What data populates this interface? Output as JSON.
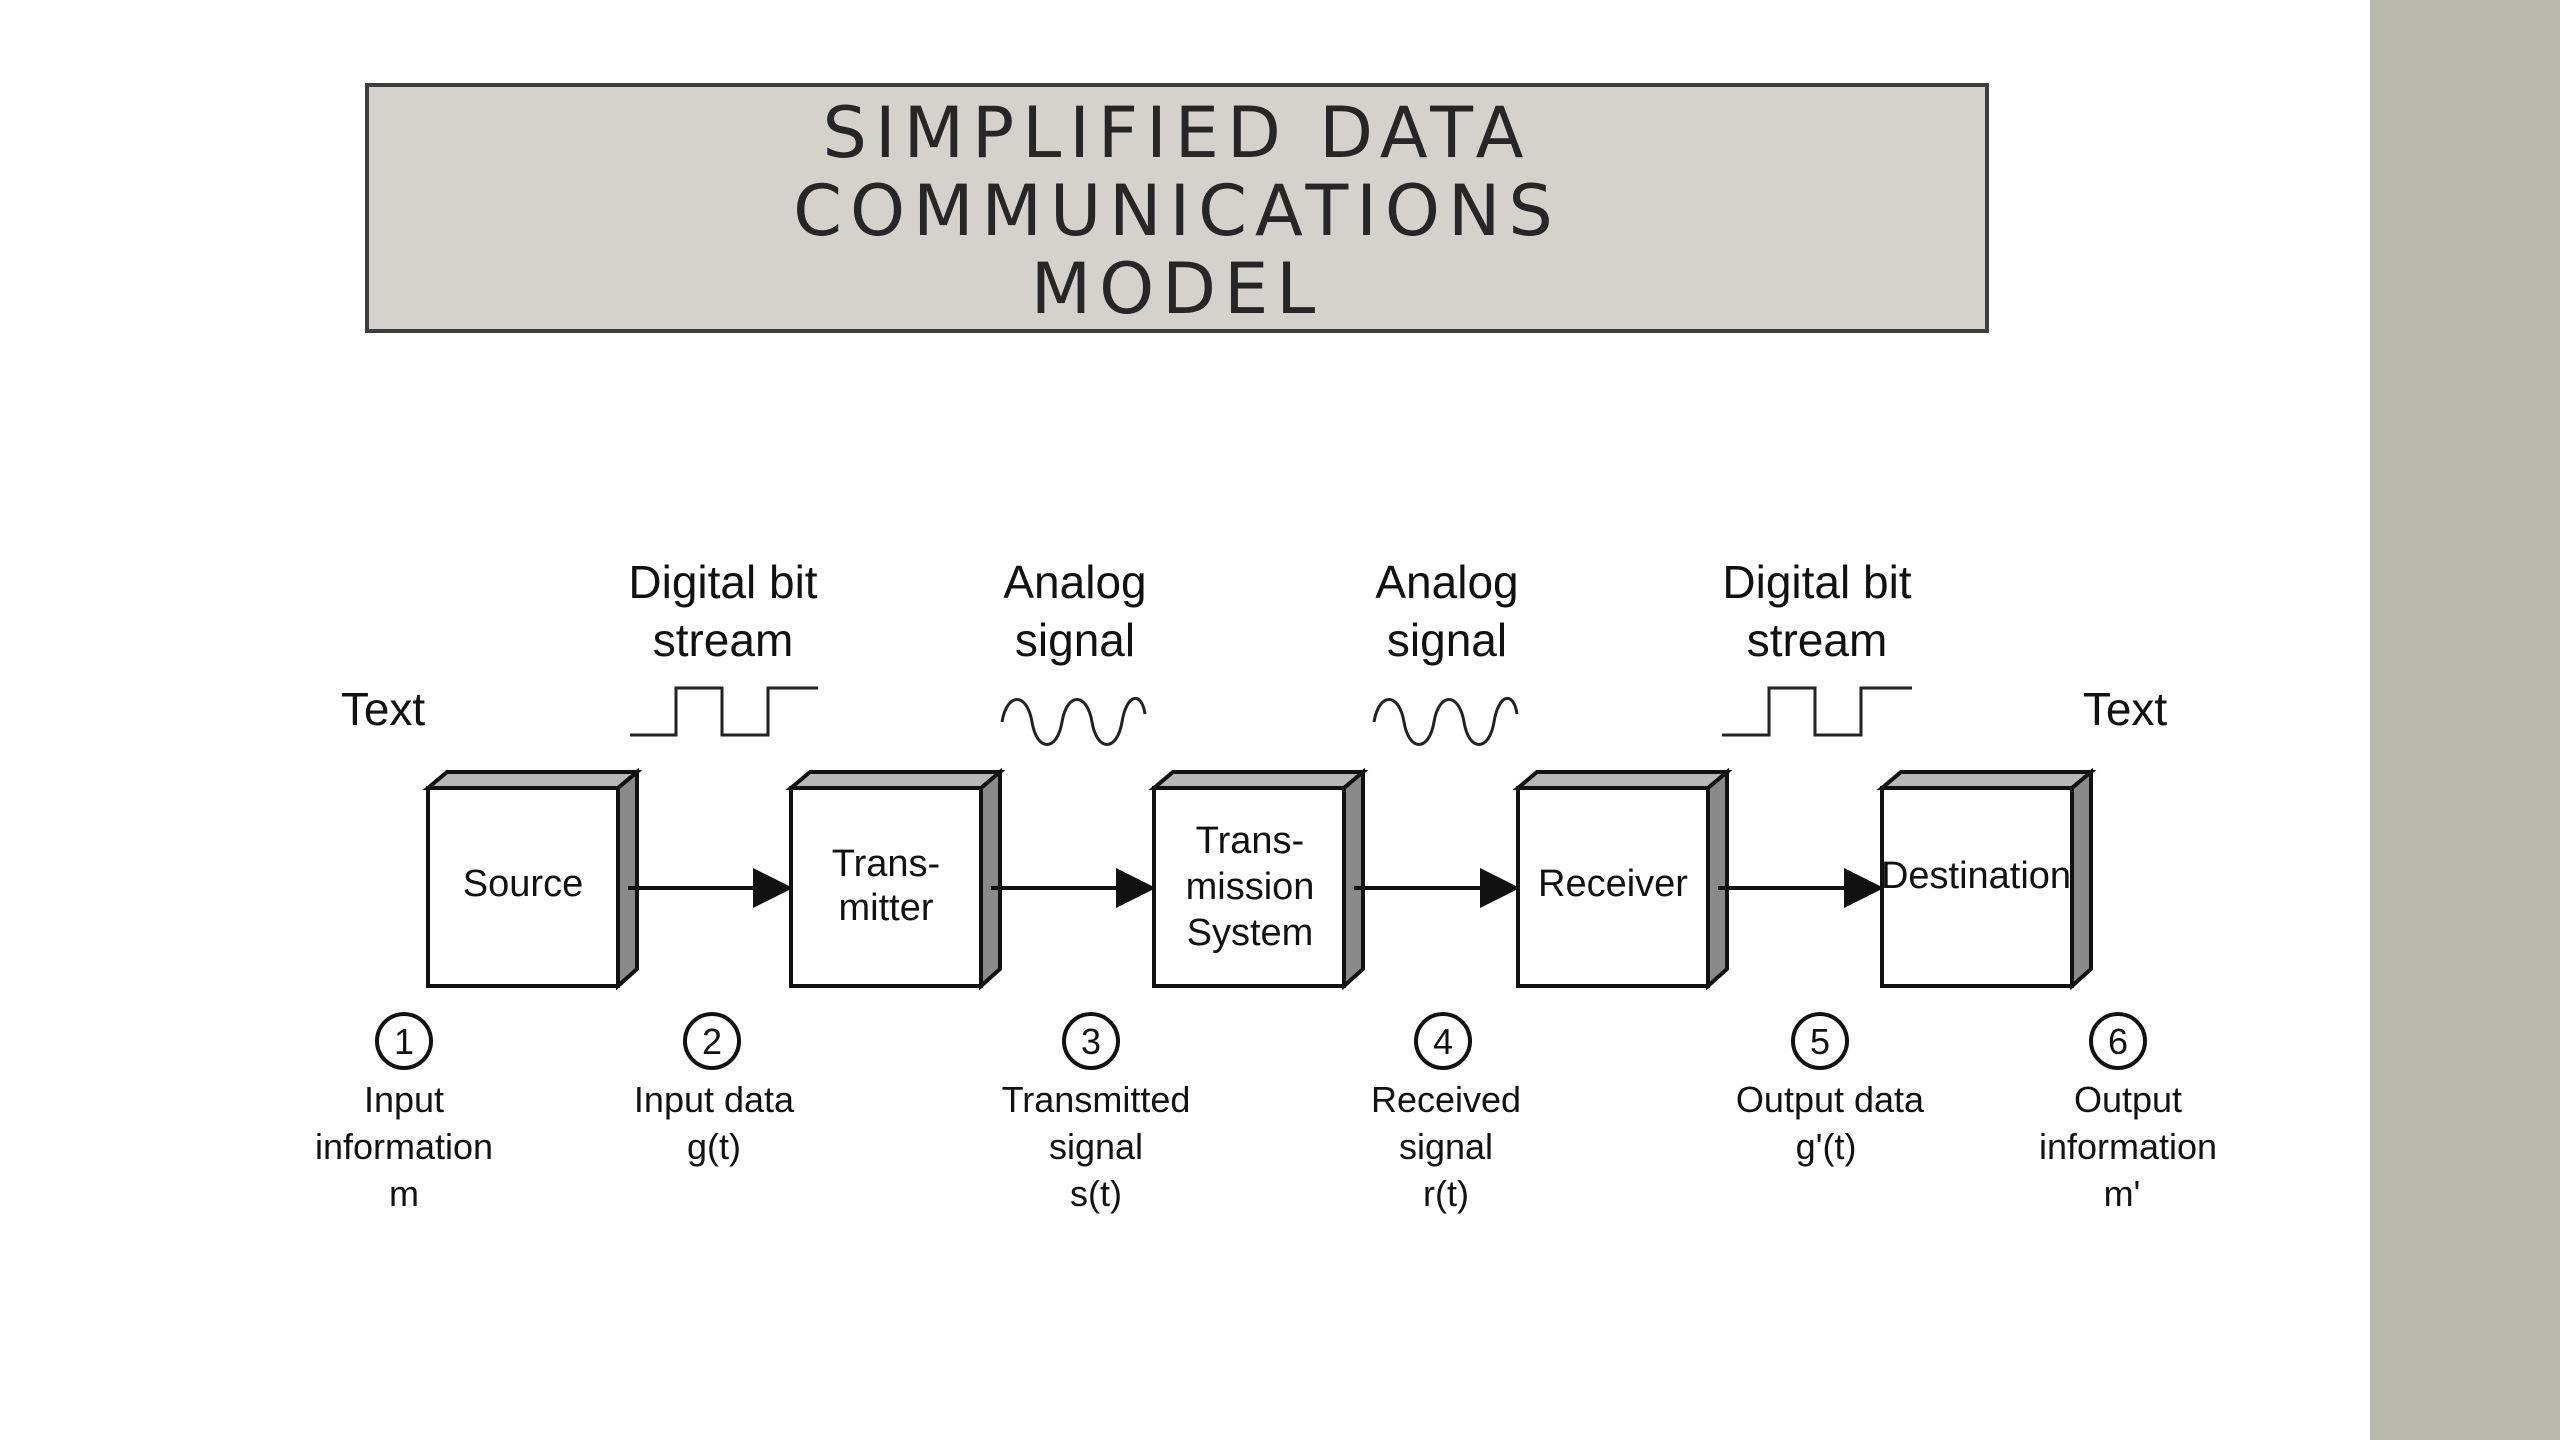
{
  "title": {
    "line1": "SIMPLIFIED DATA COMMUNICATIONS",
    "line2": "MODEL"
  },
  "top_labels": [
    {
      "lines": [
        "Text"
      ]
    },
    {
      "lines": [
        "Digital bit",
        "stream"
      ]
    },
    {
      "lines": [
        "Analog",
        "signal"
      ]
    },
    {
      "lines": [
        "Analog",
        "signal"
      ]
    },
    {
      "lines": [
        "Digital bit",
        "stream"
      ]
    },
    {
      "lines": [
        "Text"
      ]
    }
  ],
  "blocks": [
    {
      "lines": [
        "Source"
      ]
    },
    {
      "lines": [
        "Trans-",
        "mitter"
      ]
    },
    {
      "lines": [
        "Trans-",
        "mission",
        "System"
      ]
    },
    {
      "lines": [
        "Receiver"
      ]
    },
    {
      "lines": [
        "Destination"
      ]
    }
  ],
  "stages": [
    {
      "num": "1",
      "lines": [
        "Input",
        "information",
        "m"
      ]
    },
    {
      "num": "2",
      "lines": [
        "Input data",
        "g(t)"
      ]
    },
    {
      "num": "3",
      "lines": [
        "Transmitted",
        "signal",
        "s(t)"
      ]
    },
    {
      "num": "4",
      "lines": [
        "Received",
        "signal",
        "r(t)"
      ]
    },
    {
      "num": "5",
      "lines": [
        "Output data",
        "g'(t)"
      ]
    },
    {
      "num": "6",
      "lines": [
        "Output",
        "information",
        "m'"
      ]
    }
  ],
  "waveforms": [
    "digital-pulse-icon",
    "analog-wave-icon",
    "analog-wave-icon",
    "digital-pulse-icon"
  ]
}
